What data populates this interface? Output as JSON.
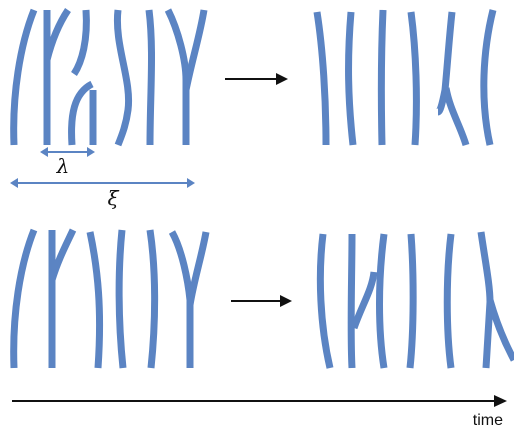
{
  "labels": {
    "lambda": "λ",
    "xi": "ξ",
    "time": "time"
  },
  "colors": {
    "strand": "#5b84c3",
    "arrow": "#111111"
  }
}
